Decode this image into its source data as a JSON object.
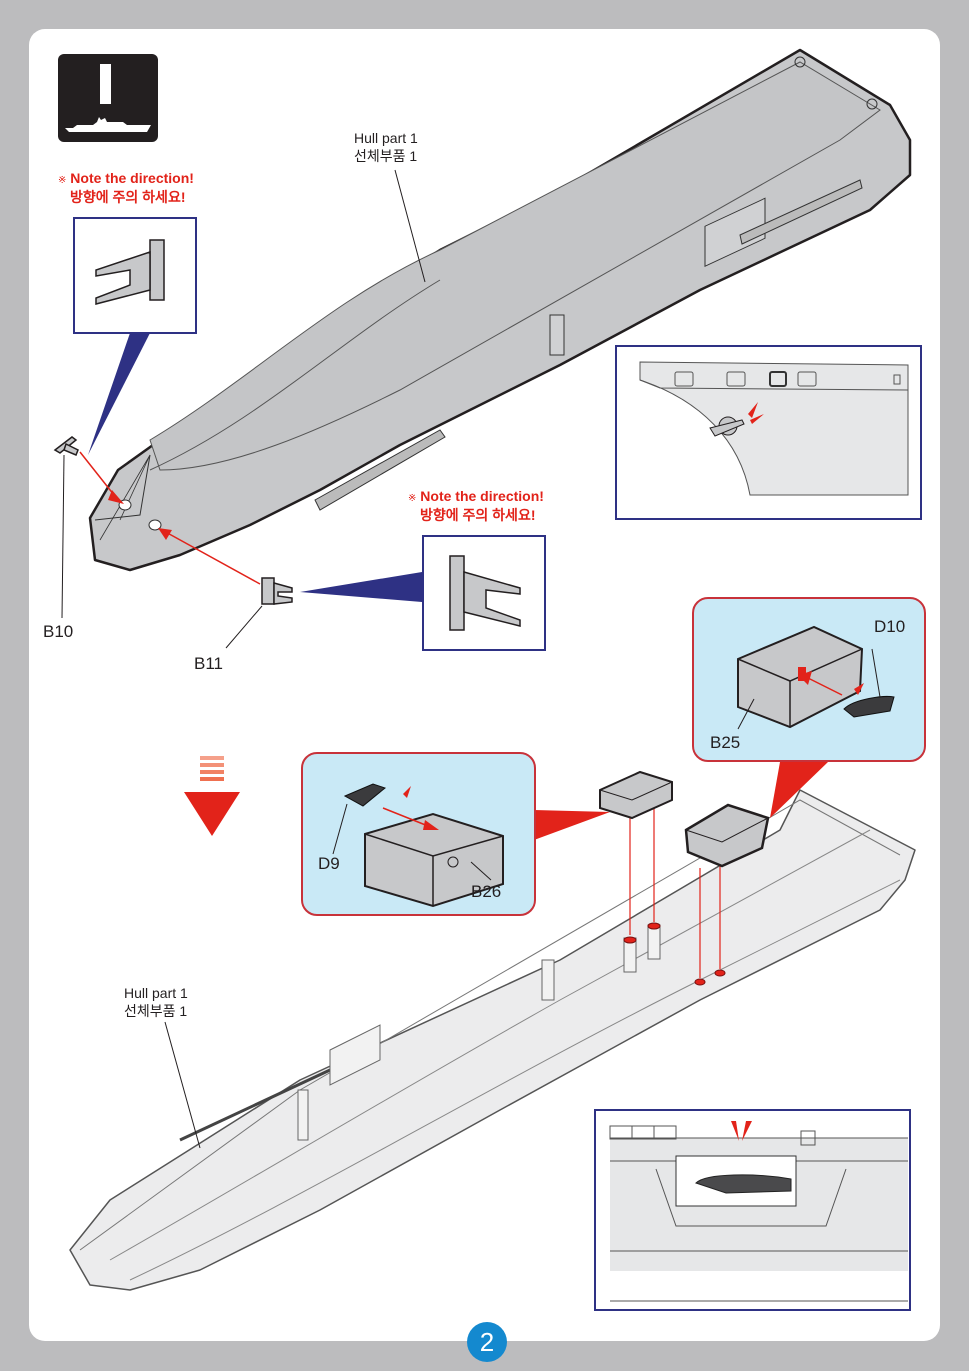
{
  "step": {
    "number": "I",
    "badge_icon": "ship-silhouette-icon"
  },
  "top_section": {
    "hull_label_en": "Hull part 1",
    "hull_label_ko": "선체부품  1",
    "notes": [
      {
        "mark": "※",
        "en": "Note the direction!",
        "ko": "방향에 주의 하세요!"
      },
      {
        "mark": "※",
        "en": "Note the direction!",
        "ko": "방향에 주의 하세요!"
      }
    ],
    "parts": {
      "b10": "B10",
      "b11": "B11"
    }
  },
  "bottom_section": {
    "hull_label_en": "Hull part 1",
    "hull_label_ko": "선체부품  1",
    "callout_left": {
      "part_small": "D9",
      "part_large": "B26"
    },
    "callout_right": {
      "part_small": "D10",
      "part_large": "B25"
    }
  },
  "footer": {
    "page_number": "2"
  },
  "colors": {
    "accent_red": "#e2231a",
    "frame_blue": "#2e3184",
    "callout_bg": "#c9e9f6",
    "page_badge": "#1489cf"
  }
}
